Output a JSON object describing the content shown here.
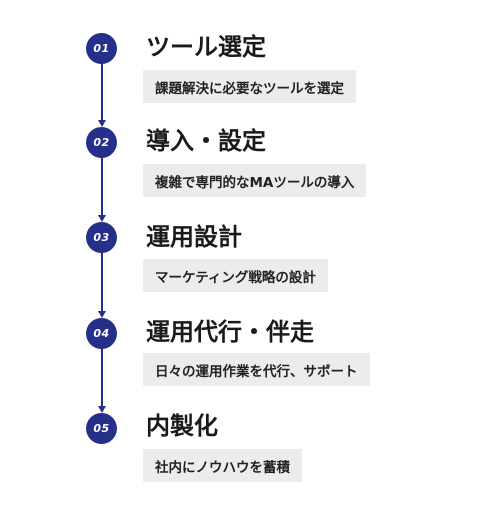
{
  "steps": [
    {
      "number": "01",
      "title": "ツール選定",
      "description": "課題解決に必要なツールを選定"
    },
    {
      "number": "02",
      "title": "導入・設定",
      "description": "複雑で専門的なMAツールの導入"
    },
    {
      "number": "03",
      "title": "運用設計",
      "description": "マーケティング戦略の設計"
    },
    {
      "number": "04",
      "title": "運用代行・伴走",
      "description": "日々の運用作業を代行、サポート"
    },
    {
      "number": "05",
      "title": "内製化",
      "description": "社内にノウハウを蓄積"
    }
  ],
  "colors": {
    "accent": "#26308a",
    "description_background": "#ececec",
    "title_text": "#1a1a1a"
  }
}
